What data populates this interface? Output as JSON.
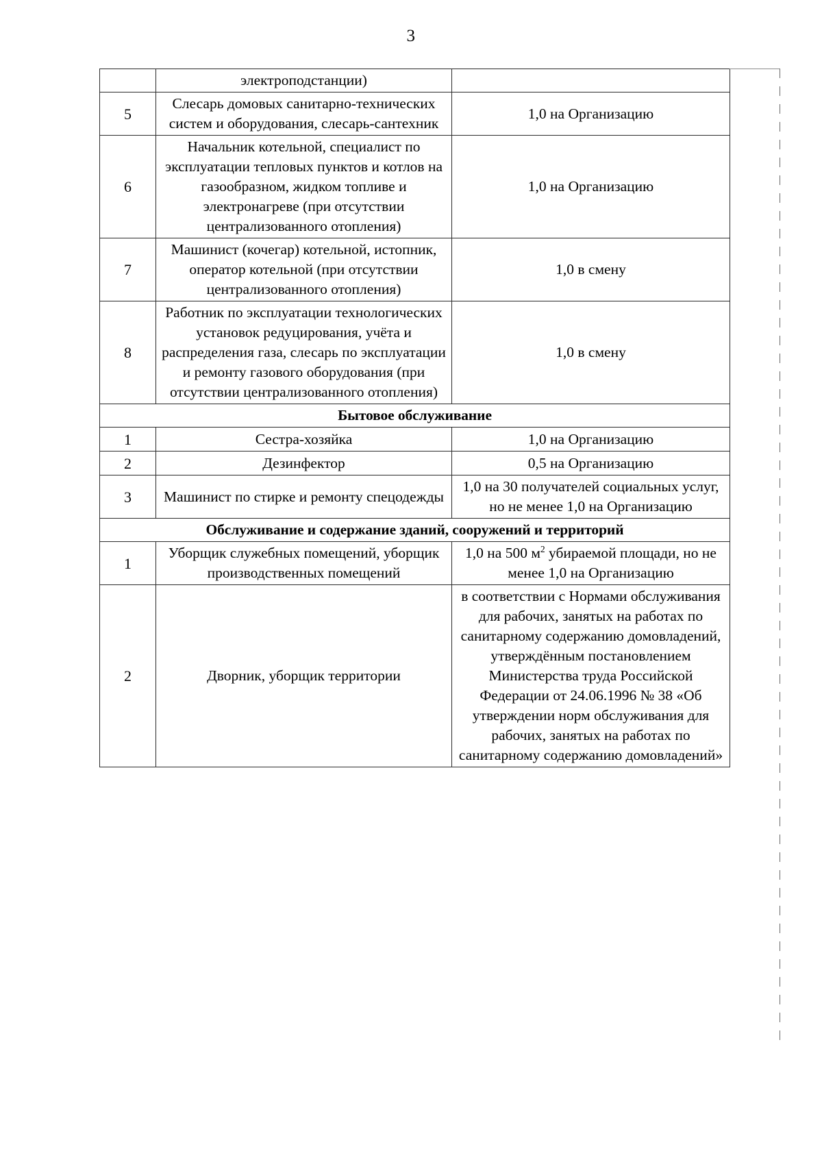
{
  "page": {
    "number": "3"
  },
  "table": {
    "rows": [
      {
        "type": "data",
        "num": "",
        "position": "электроподстанции)",
        "norm": ""
      },
      {
        "type": "data",
        "num": "5",
        "position": "Слесарь домовых санитарно-технических систем и оборудования, слесарь-сантехник",
        "norm": "1,0 на Организацию"
      },
      {
        "type": "data",
        "num": "6",
        "position": "Начальник котельной, специалист по эксплуатации тепловых пунктов и котлов на газообразном, жидком топливе и электронагреве (при отсутствии централизованного отопления)",
        "norm": "1,0 на Организацию"
      },
      {
        "type": "data",
        "num": "7",
        "position": "Машинист (кочегар) котельной, истопник, оператор котельной (при отсутствии централизованного отопления)",
        "norm": "1,0 в смену"
      },
      {
        "type": "data",
        "num": "8",
        "position": "Работник по эксплуатации технологических установок редуцирования, учёта и распределения газа, слесарь по эксплуатации и ремонту газового оборудования (при отсутствии централизованного отопления)",
        "norm": "1,0 в смену"
      },
      {
        "type": "section",
        "title": "Бытовое обслуживание"
      },
      {
        "type": "data",
        "num": "1",
        "position": "Сестра-хозяйка",
        "norm": "1,0 на Организацию"
      },
      {
        "type": "data",
        "num": "2",
        "position": "Дезинфектор",
        "norm": "0,5 на Организацию"
      },
      {
        "type": "data",
        "num": "3",
        "position": "Машинист по стирке и ремонту спецодежды",
        "norm": "1,0 на 30 получателей социальных услуг, но не менее 1,0 на Организацию"
      },
      {
        "type": "section",
        "title": "Обслуживание и содержание зданий, сооружений и территорий"
      },
      {
        "type": "data",
        "num": "1",
        "position": "Уборщик служебных помещений, уборщик производственных помещений",
        "norm_html": "1,0 на 500 м<sup>2</sup> убираемой площади, но не менее 1,0 на Организацию"
      },
      {
        "type": "data",
        "num": "2",
        "position": "Дворник, уборщик территории",
        "norm": "в соответствии с Нормами обслуживания для рабочих, занятых на работах по санитарному содержанию домовладений, утверждённым постановлением Министерства труда Российской Федерации от 24.06.1996 № 38 «Об утверждении норм обслуживания для рабочих, занятых на работах по санитарному содержанию домовладений»"
      }
    ]
  }
}
